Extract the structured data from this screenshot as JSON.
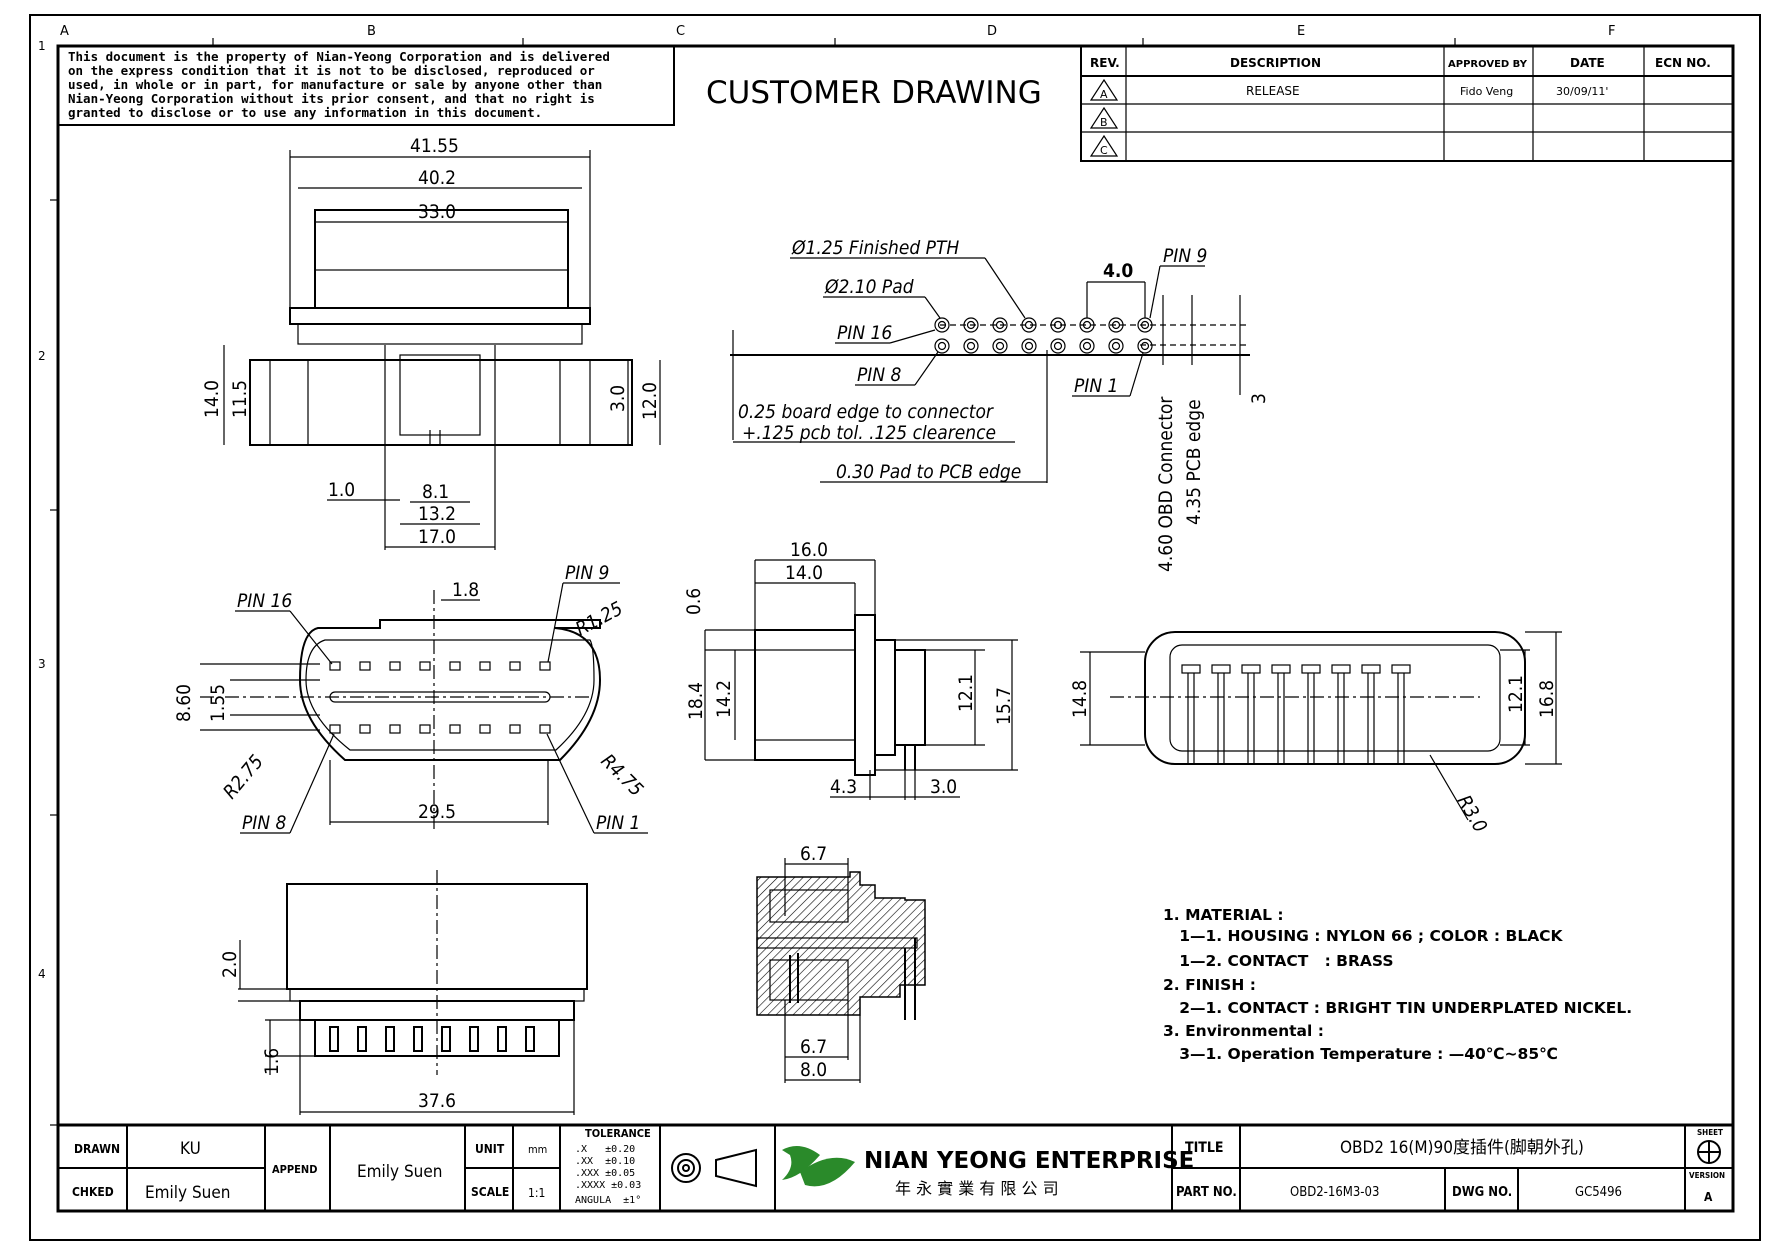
{
  "border": {
    "columns": [
      "A",
      "B",
      "C",
      "D",
      "E",
      "F"
    ],
    "rows": [
      "1",
      "2",
      "3",
      "4"
    ]
  },
  "notice": [
    "This document is the property of Nian-Yeong Corporation and is delivered",
    "on  the  express condition that it is not to be disclosed, reproduced or",
    "used, in whole or in part, for manufacture or sale by anyone other than",
    "Nian-Yeong Corporation without  its prior consent, and that  no right  is",
    "granted  to disclose or to use any information in this  document."
  ],
  "heading": "CUSTOMER  DRAWING",
  "revision_table": {
    "headers": [
      "REV.",
      "DESCRIPTION",
      "APPROVED BY",
      "DATE",
      "ECN NO."
    ],
    "rows": [
      {
        "rev": "A",
        "description": "RELEASE",
        "approved_by": "Fido Veng",
        "date": "30/09/11'",
        "ecn": ""
      },
      {
        "rev": "B",
        "description": "",
        "approved_by": "",
        "date": "",
        "ecn": ""
      },
      {
        "rev": "C",
        "description": "",
        "approved_by": "",
        "date": "",
        "ecn": ""
      }
    ]
  },
  "front_view_dims": {
    "w1": "41.55",
    "w2": "40.2",
    "w3": "33.0",
    "h1": "14.0",
    "h2": "11.5",
    "h3": "3.0",
    "h4": "12.0",
    "b1": "1.0",
    "b2": "8.1",
    "b3": "13.2",
    "b4": "17.0"
  },
  "pcb_layout": {
    "pth": "Ø1.25 Finished PTH",
    "pad": "Ø2.10 Pad",
    "pitch": "4.0",
    "pin9": "PIN 9",
    "pin16": "PIN 16",
    "pin8": "PIN 8",
    "pin1": "PIN 1",
    "note1": "0.25 board edge to connector",
    "note2": "+.125 pcb tol. .125 clearence",
    "note3": "0.30 Pad to PCB edge",
    "v1": "4.60 OBD Connector",
    "v2": "4.35 PCB edge",
    "v3": "3"
  },
  "face_view": {
    "pin16": "PIN 16",
    "pin9": "PIN 9",
    "pin8": "PIN 8",
    "pin1": "PIN 1",
    "d1": "1.8",
    "r1": "R1.25",
    "d2": "8.60",
    "d3": "1.55",
    "r2": "R2.75",
    "r3": "R4.75",
    "d4": "29.5"
  },
  "side_view": {
    "d1": "16.0",
    "d2": "14.0",
    "d3": "0.6",
    "d4": "18.4",
    "d5": "14.2",
    "d6": "12.1",
    "d7": "15.7",
    "d8": "4.3",
    "d9": "3.0"
  },
  "rear_view": {
    "d1": "14.8",
    "d2": "12.1",
    "d3": "16.8",
    "r": "R3.0"
  },
  "top_view": {
    "d1": "2.0",
    "d2": "1.6",
    "d3": "37.6"
  },
  "section_view": {
    "d1": "6.7",
    "d2": "6.7",
    "d3": "8.0"
  },
  "notes": [
    "1. MATERIAL :",
    "   1—1. HOUSING : NYLON 66 ; COLOR : BLACK",
    "   1—2. CONTACT   : BRASS",
    "2. FINISH :",
    "   2—1. CONTACT : BRIGHT TIN UNDERPLATED NICKEL.",
    "3. Environmental :",
    "   3—1. Operation Temperature : —40℃~85℃"
  ],
  "title_block": {
    "drawn_label": "DRAWN",
    "drawn": "KU",
    "chked_label": "CHKED",
    "chked": "Emily Suen",
    "append_label": "APPEND",
    "append": "Emily Suen",
    "unit_label": "UNIT",
    "unit": "mm",
    "scale_label": "SCALE",
    "scale": "1:1",
    "tolerance_label": "TOLERANCE",
    "tolerances": [
      ".X   ±0.20",
      ".XX  ±0.10",
      ".XXX ±0.05",
      ".XXXX ±0.03",
      "ANGULA  ±1°"
    ],
    "company": "NIAN YEONG ENTERPRISE",
    "company_cn": "年 永 實 業 有 限 公 司",
    "title_label": "TITLE",
    "title": "OBD2 16(M)90度插件(脚朝外孔)",
    "part_label": "PART NO.",
    "part": "OBD2-16M3-03",
    "dwg_label": "DWG NO.",
    "dwg": "GC5496",
    "sheet_label": "SHEET",
    "version_label": "VERSION",
    "version": "A"
  }
}
